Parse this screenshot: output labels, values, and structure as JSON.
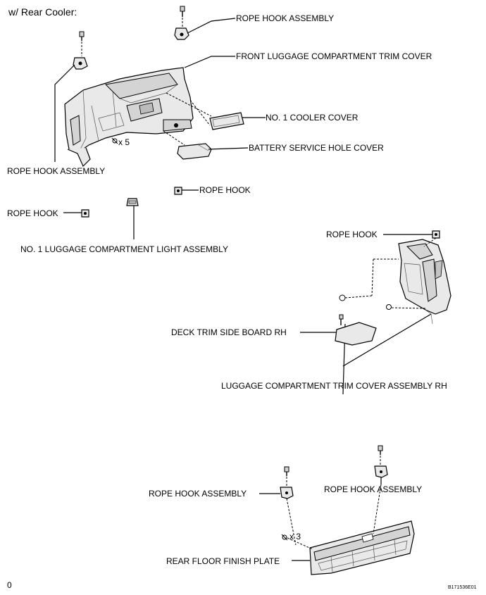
{
  "header": {
    "title": "w/ Rear Cooler:"
  },
  "labels": {
    "rope_hook_assembly_top": "ROPE HOOK ASSEMBLY",
    "front_trim_cover": "FRONT LUGGAGE COMPARTMENT TRIM COVER",
    "no1_cooler_cover": "NO. 1 COOLER COVER",
    "battery_service_hole_cover": "BATTERY SERVICE HOLE COVER",
    "clip_count_front": "x 5",
    "rope_hook_assembly_left": "ROPE HOOK ASSEMBLY",
    "rope_hook_center": "ROPE HOOK",
    "rope_hook_left": "ROPE HOOK",
    "luggage_light_assembly": "NO. 1 LUGGAGE COMPARTMENT LIGHT ASSEMBLY",
    "rope_hook_right": "ROPE HOOK",
    "deck_trim_side_board": "DECK TRIM SIDE BOARD RH",
    "luggage_trim_cover_rh": "LUGGAGE COMPARTMENT TRIM COVER ASSEMBLY RH",
    "rope_hook_assembly_bottom_left": "ROPE HOOK ASSEMBLY",
    "rope_hook_assembly_bottom_right": "ROPE HOOK ASSEMBLY",
    "clip_count_rear": "x 3",
    "rear_floor_finish_plate": "REAR FLOOR FINISH PLATE"
  },
  "footer": {
    "left_mark": "0",
    "figure_code": "B171536E01"
  },
  "icons": [
    "clip-icon",
    "bolt-icon"
  ]
}
